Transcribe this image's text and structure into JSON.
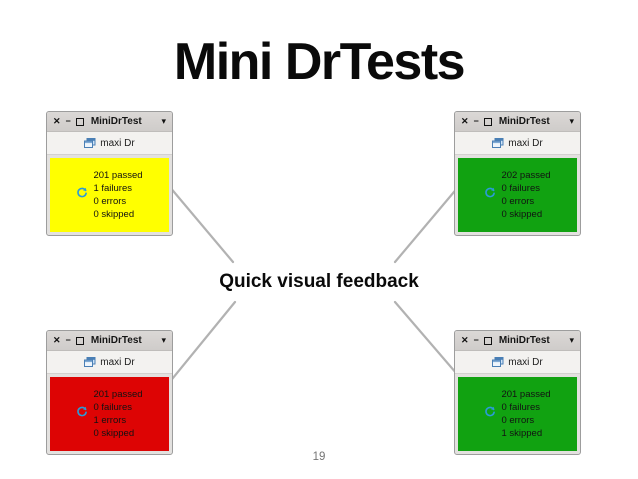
{
  "slide": {
    "title": "Mini DrTests",
    "center_label": "Quick visual feedback",
    "page_number": "19"
  },
  "chrome": {
    "close_glyph": "✕",
    "minimize_glyph": "−",
    "dropdown_glyph": "▾"
  },
  "colors": {
    "status_yellow": "#ffff00",
    "status_green": "#11a211",
    "status_red": "#dd0404",
    "connector_gray": "#b2b2b2"
  },
  "windows": [
    {
      "id": "top-left",
      "title": "MiniDrTest",
      "button_label": "maxi Dr",
      "status_color": "#ffff00",
      "stats": [
        "201 passed",
        "1 failures",
        "0 errors",
        "0 skipped"
      ]
    },
    {
      "id": "top-right",
      "title": "MiniDrTest",
      "button_label": "maxi Dr",
      "status_color": "#11a211",
      "stats": [
        "202 passed",
        "0 failures",
        "0 errors",
        "0 skipped"
      ]
    },
    {
      "id": "bottom-left",
      "title": "MiniDrTest",
      "button_label": "maxi Dr",
      "status_color": "#dd0404",
      "stats": [
        "201 passed",
        "0 failures",
        "1 errors",
        "0 skipped"
      ]
    },
    {
      "id": "bottom-right",
      "title": "MiniDrTest",
      "button_label": "maxi Dr",
      "status_color": "#11a211",
      "stats": [
        "201 passed",
        "0 failures",
        "0 errors",
        "1 skipped"
      ]
    }
  ]
}
